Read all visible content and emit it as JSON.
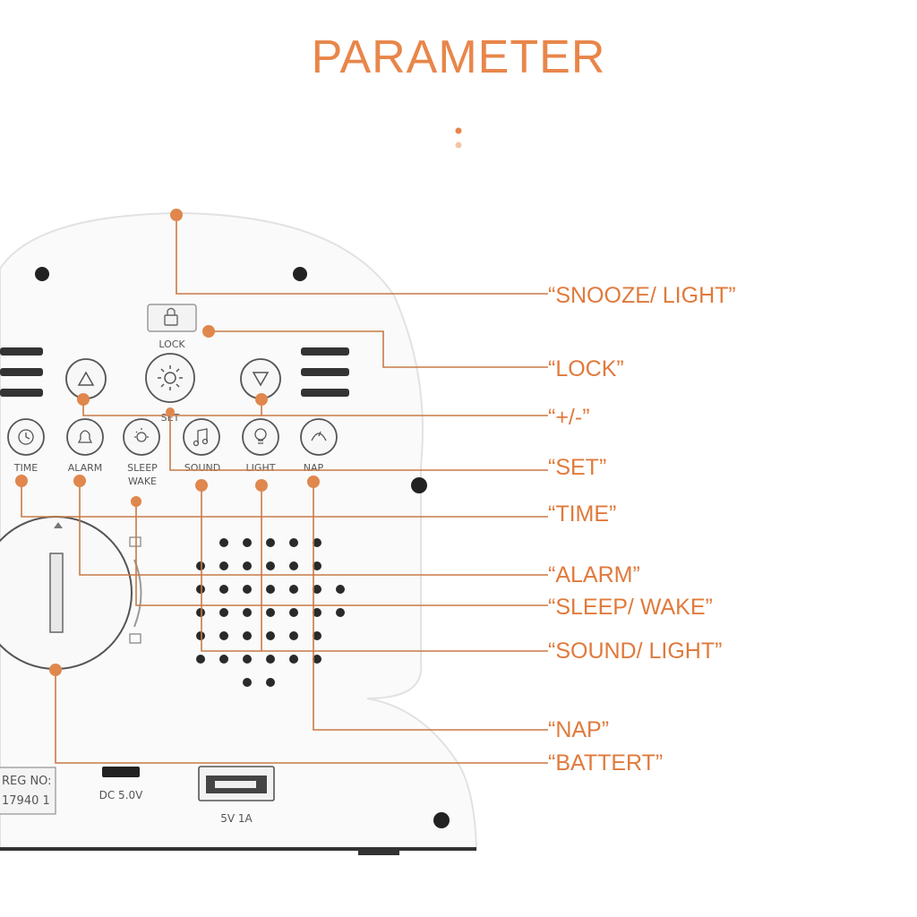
{
  "title": "PARAMETER",
  "accent_color": "#e8864a",
  "line_color": "#c87a46",
  "callouts": [
    {
      "id": "snooze-light",
      "label": "“SNOOZE/ LIGHT”"
    },
    {
      "id": "lock",
      "label": "“LOCK”"
    },
    {
      "id": "plus-minus",
      "label": "“+/-”"
    },
    {
      "id": "set",
      "label": "“SET”"
    },
    {
      "id": "time",
      "label": "“TIME”"
    },
    {
      "id": "alarm",
      "label": "“ALARM”"
    },
    {
      "id": "sleep-wake",
      "label": "“SLEEP/ WAKE”"
    },
    {
      "id": "sound-light",
      "label": "“SOUND/ LIGHT”"
    },
    {
      "id": "nap",
      "label": "“NAP”"
    },
    {
      "id": "battert",
      "label": "“BATTERT”"
    }
  ],
  "device": {
    "lock_label": "LOCK",
    "set_label": "SET",
    "button_labels": [
      "TIME",
      "ALARM",
      "SLEEP",
      "WAKE",
      "SOUND",
      "LIGHT",
      "NAP"
    ],
    "reg_no_line1": "REG NO:",
    "reg_no_line2": "17940 1",
    "dc_label": "DC 5.0V",
    "usb_label": "5V 1A"
  },
  "icons": [
    "lock-icon",
    "triangle-up-icon",
    "gear-icon",
    "triangle-down-icon",
    "clock-icon",
    "bell-icon",
    "moon-sun-icon",
    "music-note-icon",
    "bulb-icon",
    "nap-icon",
    "usb-port-icon",
    "dc-port-icon",
    "speaker-grille"
  ]
}
